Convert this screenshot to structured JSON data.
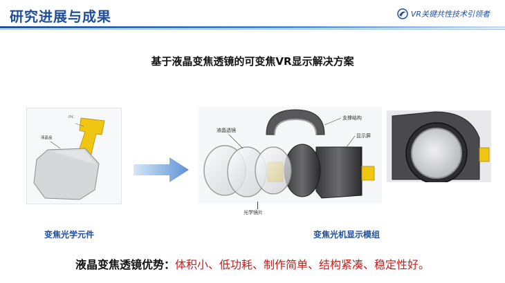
{
  "header": {
    "title": "研究进展与成果",
    "brand": "VR关键共性技术引领者",
    "brand_color": "#1f4e9c"
  },
  "subtitle": "基于液晶变焦透镜的可变焦VR显示解决方案",
  "left_figure": {
    "fpc_label": "FPC",
    "cell_label": "液晶盒"
  },
  "module_figure": {
    "lc_lens_label": "液晶透镜",
    "support_label": "支撑结构",
    "display_label": "显示屏",
    "optic_label": "光学镜片"
  },
  "captions": {
    "left": "变焦光学元件",
    "right": "变焦光机显示模组"
  },
  "advantage": {
    "lead": "液晶变焦透镜优势：",
    "body": "体积小、低功耗、制作简单、结构紧凑、稳定性好。",
    "highlight_color": "#c0201c"
  },
  "icons": [
    "logo-icon",
    "right-arrow-icon"
  ]
}
